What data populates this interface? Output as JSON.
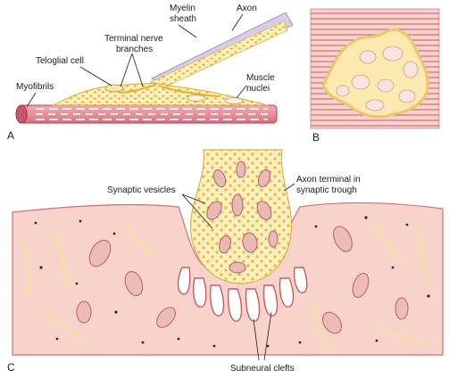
{
  "panels": {
    "a": "A",
    "b": "B",
    "c": "C"
  },
  "labels": {
    "myelin_line1": "Myelin",
    "myelin_line2": "sheath",
    "axon": "Axon",
    "terminal_line1": "Terminal nerve",
    "terminal_line2": "branches",
    "teloglial": "Teloglial cell",
    "myofibrils": "Myofibrils",
    "muscle_line1": "Muscle",
    "muscle_line2": "nuclei",
    "vesicles": "Synaptic vesicles",
    "axon_terminal_line1": "Axon terminal in",
    "axon_terminal_line2": "synaptic trough",
    "clefts": "Subneural clefts"
  },
  "colors": {
    "muscle": "#f4c8c0",
    "muscle_dark": "#c8485a",
    "myelin": "#d9cfe6",
    "axon": "#fbf3c8",
    "vesicle": "#e8b830",
    "mito": "#e7b3b0",
    "fiber_line": "#b2475a"
  }
}
